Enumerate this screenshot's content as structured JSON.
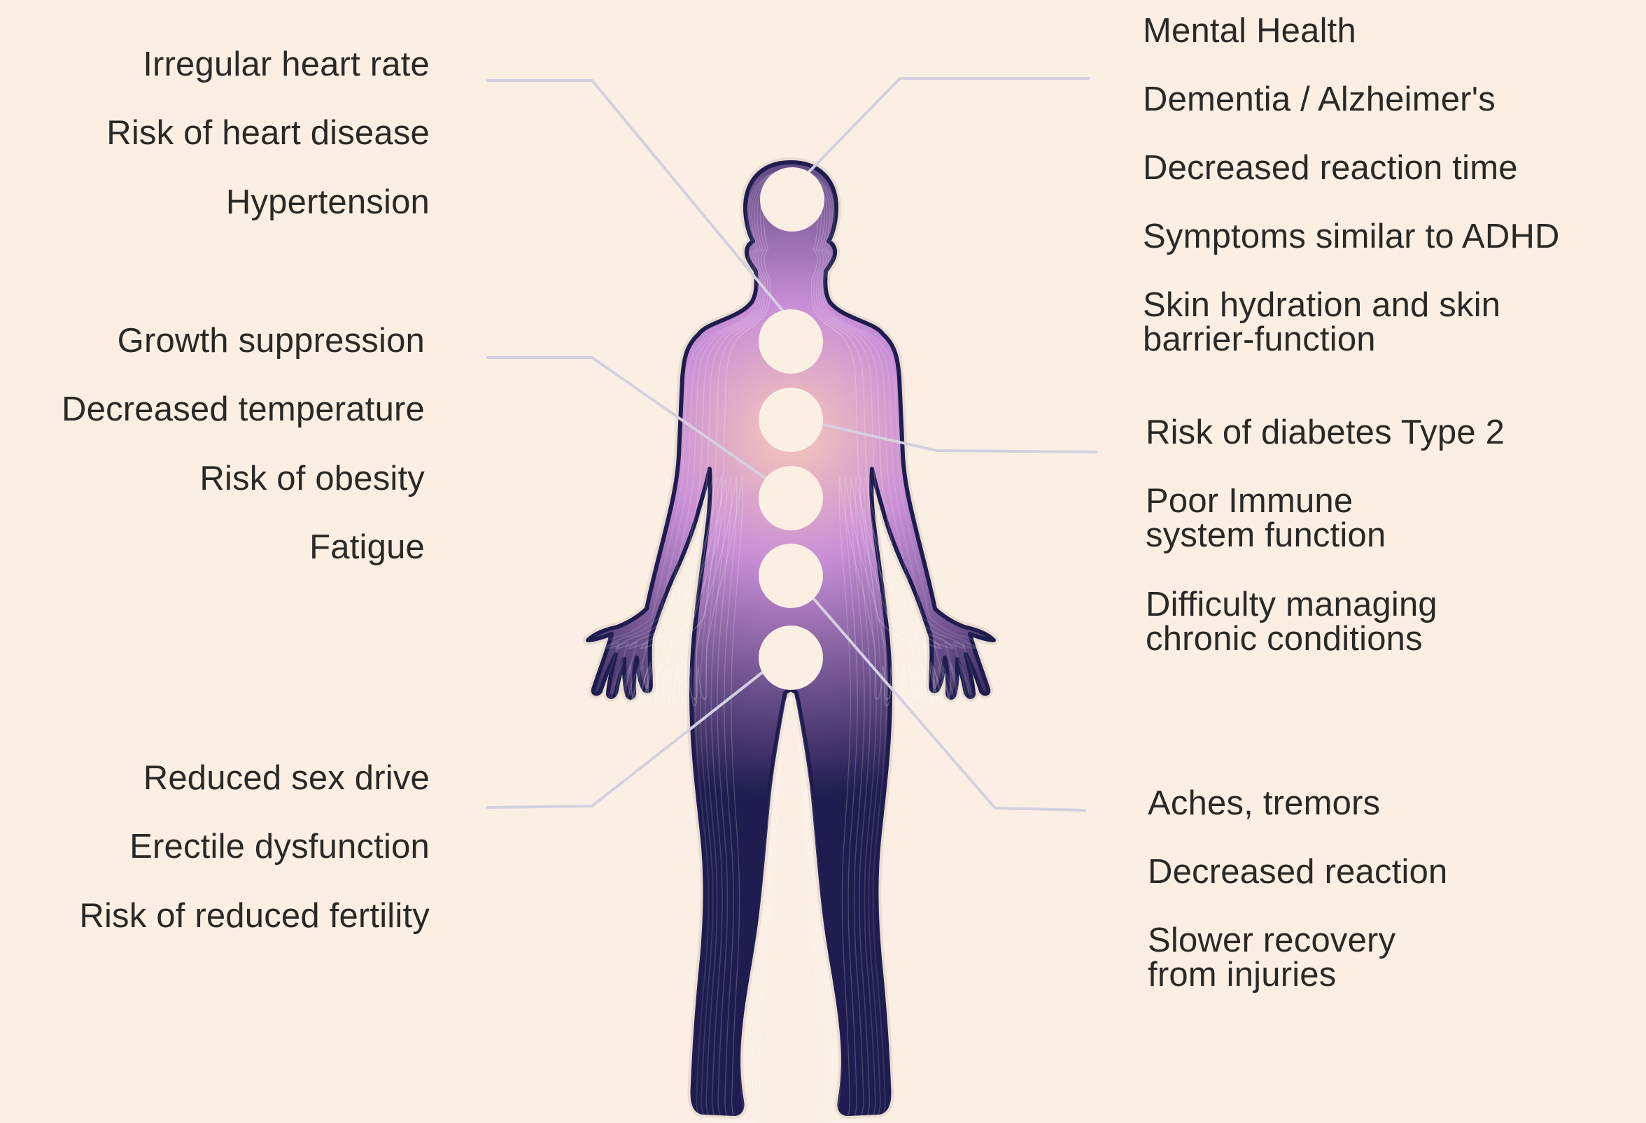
{
  "colors": {
    "background": "#fbefe4",
    "text": "#2b2926",
    "body_dark": "#1f1d4f",
    "body_mid": "#3f3f9e",
    "glow_center": "#f7c8b8",
    "glow_mid": "#c98fd6",
    "node_fill": "#fbefe4",
    "connector_line": "#d4d0df"
  },
  "left_groups": [
    {
      "id": "heart",
      "items": [
        "Irregular heart rate",
        "Risk of heart disease",
        "Hypertension"
      ]
    },
    {
      "id": "metabolism",
      "items": [
        "Growth suppression",
        "Decreased temperature",
        "Risk of obesity",
        "Fatigue"
      ]
    },
    {
      "id": "reproductive",
      "items": [
        "Reduced sex drive",
        "Erectile dysfunction",
        "Risk of reduced fertility"
      ]
    }
  ],
  "right_groups": [
    {
      "id": "brain",
      "items": [
        "Mental Health",
        "Dementia / Alzheimer's",
        "Decreased reaction time",
        "Symptoms similar to ADHD",
        "Skin hydration and skin\nbarrier-function"
      ]
    },
    {
      "id": "immune",
      "items": [
        "Risk of diabetes Type 2",
        "Poor Immune\nsystem function",
        "Difficulty managing\nchronic conditions"
      ]
    },
    {
      "id": "muscular",
      "items": [
        "Aches, tremors",
        "Decreased reaction",
        "Slower recovery\nfrom injuries"
      ]
    }
  ],
  "body_nodes": [
    "head",
    "chest",
    "upper-abdomen",
    "lower-abdomen",
    "pelvis",
    "groin"
  ]
}
